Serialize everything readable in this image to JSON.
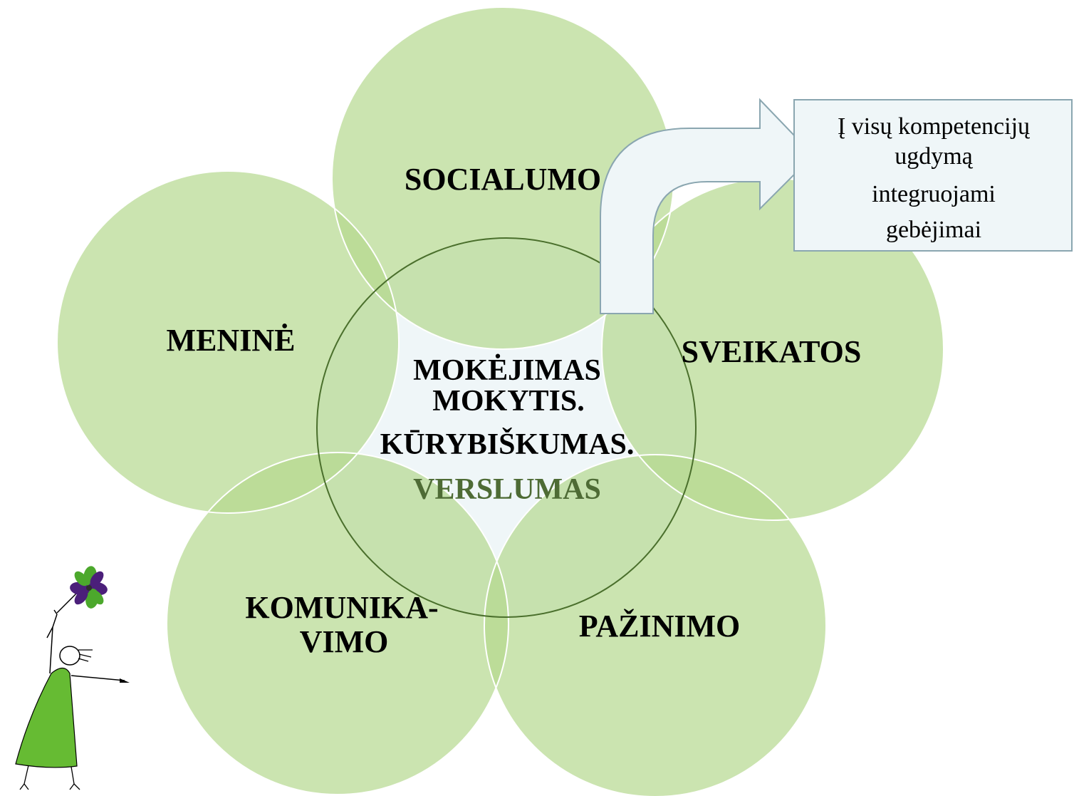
{
  "center": {
    "lines": [
      "MOKĖJIMAS",
      "MOKYTIS.",
      "KŪRYBIŠKUMAS.",
      "VERSLUMAS"
    ]
  },
  "competencies": {
    "socialumo": "SOCIALUMO",
    "menine": "MENINĖ",
    "sveikatos": "SVEIKATOS",
    "komunikavimo_line1": "KOMUNIKA-",
    "komunikavimo_line2": "VIMO",
    "pazinimo": "PAŽINIMO"
  },
  "callout": {
    "lines": [
      "Į visų kompetencijų",
      "ugdymą",
      "integruojami",
      "gebėjimai"
    ]
  },
  "colors": {
    "circle_fill": "#b5d98f",
    "center_fill": "#eff6f8",
    "center_ring": "#4a6f2c",
    "callout_fill": "#eff6f8",
    "callout_border": "#8aa6b0",
    "figure_dress": "#66bb33",
    "flower_green": "#4ca82c",
    "flower_purple": "#4b1f7a"
  },
  "figure": {
    "icon": "girl-with-flower-illustration"
  }
}
